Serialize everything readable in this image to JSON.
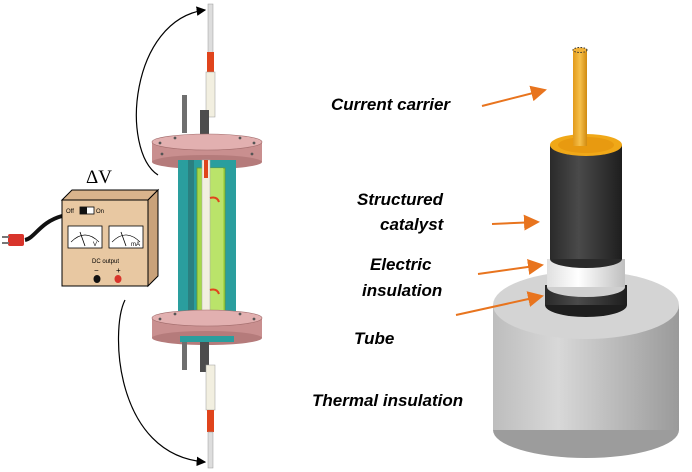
{
  "delta_v": "ΔV",
  "power_supply": {
    "switch_off": "Off",
    "switch_on": "On",
    "meter_left_unit": "V",
    "meter_right_unit": "mA",
    "output_label": "DC output",
    "minus": "−",
    "plus": "+"
  },
  "labels": {
    "current_carrier": "Current carrier",
    "structured_catalyst_1": "Structured",
    "structured_catalyst_2": "catalyst",
    "electric_insulation_1": "Electric",
    "electric_insulation_2": "insulation",
    "tube": "Tube",
    "thermal_insulation": "Thermal insulation"
  },
  "colors": {
    "arrow": "#e8741e",
    "box": "#e8c8a2",
    "flange": "#d9a3a3",
    "teal": "#2a9e9e",
    "green": "#a6d84a",
    "rod_red": "#e0441c",
    "carrier": "#f0a818"
  }
}
